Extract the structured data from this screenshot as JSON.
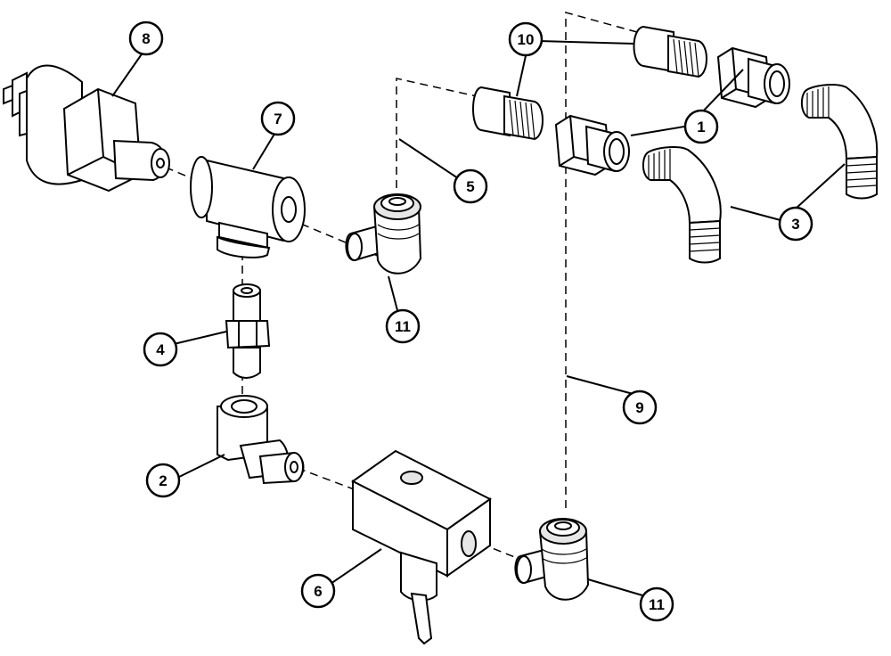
{
  "diagram": {
    "type": "exploded-parts-view",
    "callouts": [
      {
        "id": "c1",
        "label": "1"
      },
      {
        "id": "c2",
        "label": "2"
      },
      {
        "id": "c3",
        "label": "3"
      },
      {
        "id": "c4",
        "label": "4"
      },
      {
        "id": "c5",
        "label": "5"
      },
      {
        "id": "c6",
        "label": "6"
      },
      {
        "id": "c7",
        "label": "7"
      },
      {
        "id": "c8",
        "label": "8"
      },
      {
        "id": "c9",
        "label": "9"
      },
      {
        "id": "c10",
        "label": "10"
      },
      {
        "id": "c11a",
        "label": "11"
      },
      {
        "id": "c11b",
        "label": "11"
      }
    ]
  },
  "colors": {
    "ink": "#000000",
    "paper": "#ffffff",
    "shade": "#d9d9d9"
  }
}
